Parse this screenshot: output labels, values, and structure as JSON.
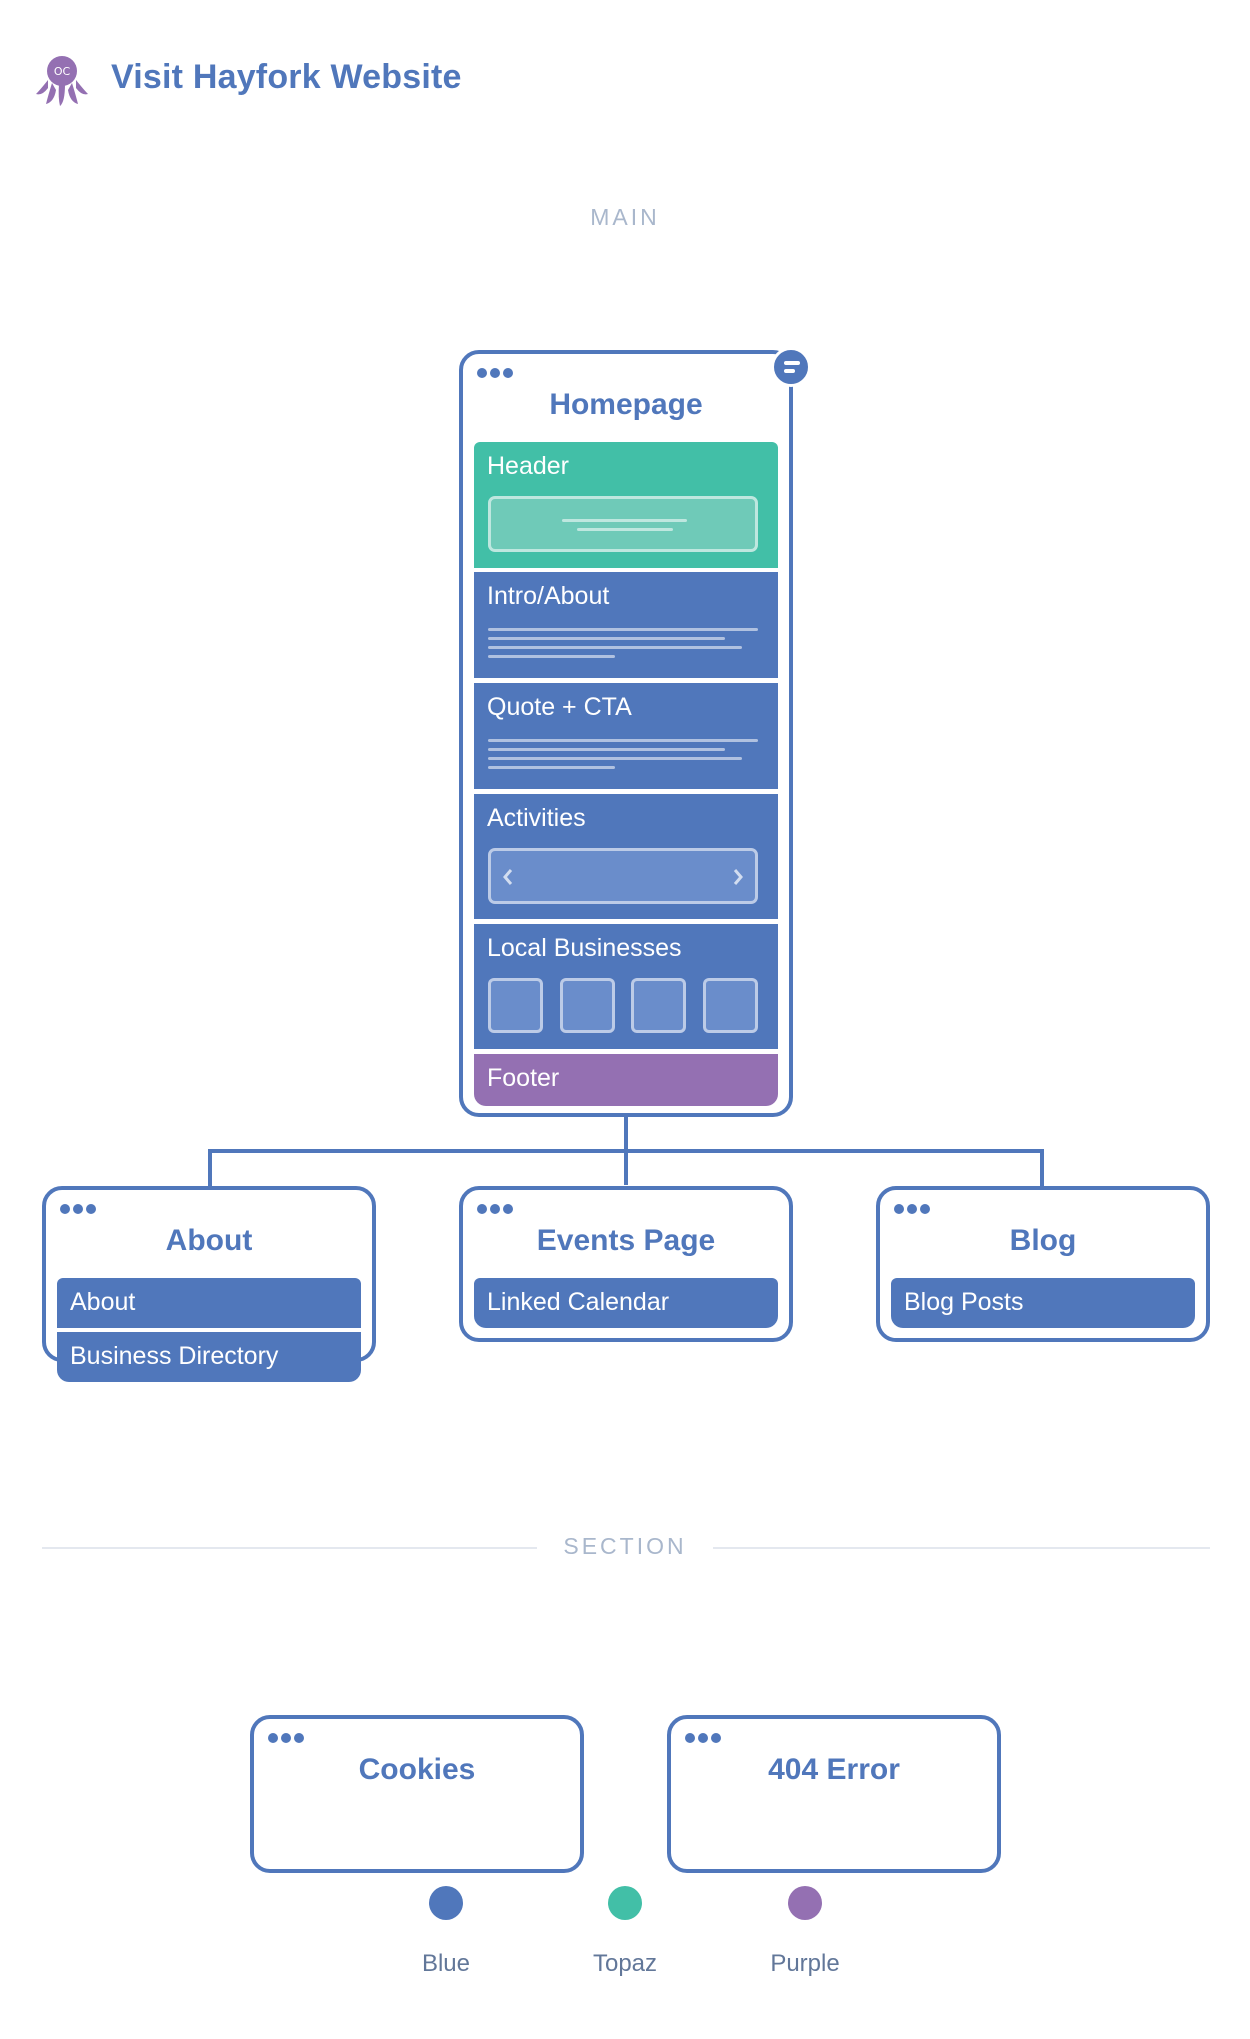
{
  "header": {
    "title": "Visit Hayfork Website",
    "logo_icon": "octopus-icon"
  },
  "labels": {
    "main": "MAIN",
    "section": "SECTION"
  },
  "homepage": {
    "title": "Homepage",
    "badge_icon": "menu-badge-icon",
    "sections": [
      {
        "label": "Header",
        "color": "#42bfa7"
      },
      {
        "label": "Intro/About",
        "color": "#5077bb"
      },
      {
        "label": "Quote + CTA",
        "color": "#5077bb"
      },
      {
        "label": "Activities",
        "color": "#5077bb"
      },
      {
        "label": "Local Businesses",
        "color": "#5077bb"
      },
      {
        "label": "Footer",
        "color": "#9470b2"
      }
    ]
  },
  "children": [
    {
      "title": "About",
      "rows": [
        "About",
        "Business Directory"
      ]
    },
    {
      "title": "Events Page",
      "rows": [
        "Linked Calendar"
      ]
    },
    {
      "title": "Blog",
      "rows": [
        "Blog Posts"
      ]
    }
  ],
  "extras": [
    {
      "title": "Cookies"
    },
    {
      "title": "404 Error"
    }
  ],
  "legend": [
    {
      "label": "Blue",
      "color": "#5077bb"
    },
    {
      "label": "Topaz",
      "color": "#42bfa7"
    },
    {
      "label": "Purple",
      "color": "#9470b2"
    }
  ]
}
